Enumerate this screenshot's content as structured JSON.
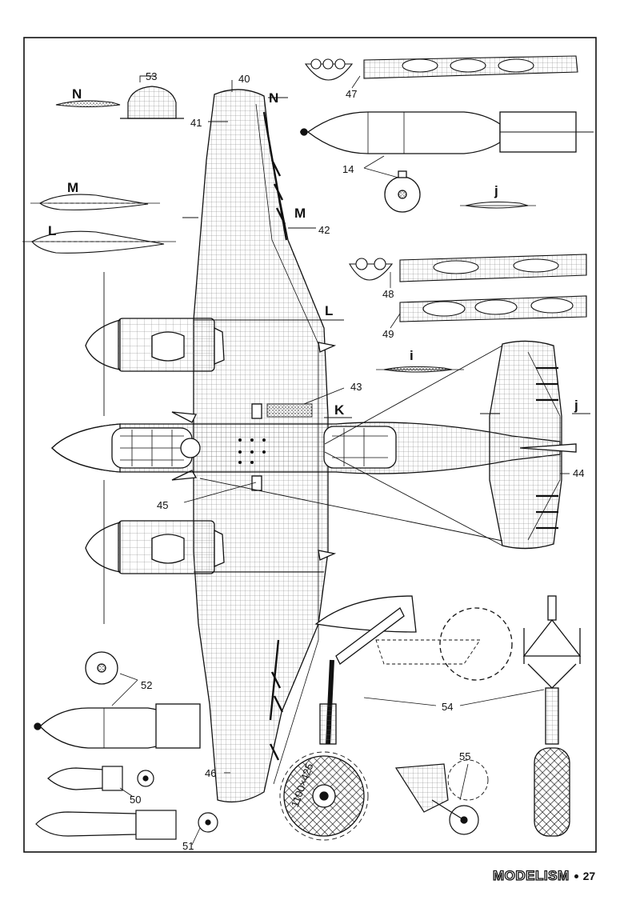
{
  "labels": {
    "n53": "53",
    "n40": "40",
    "n41": "41",
    "n42": "42",
    "n43": "43",
    "n14": "14",
    "n47": "47",
    "n48": "48",
    "n49": "49",
    "n44": "44",
    "n45": "45",
    "n46": "46",
    "n50": "50",
    "n51": "51",
    "n52": "52",
    "n54": "54",
    "n55": "55",
    "secN1": "N",
    "secN2": "N",
    "secM1": "M",
    "secM2": "M",
    "secL1": "L",
    "secL2": "L",
    "secK": "K",
    "secI": "i",
    "secJ1": "j",
    "secJ2": "j"
  },
  "tire_text": "1100×425",
  "footer": {
    "brand": "MODELISM",
    "page": "27"
  }
}
